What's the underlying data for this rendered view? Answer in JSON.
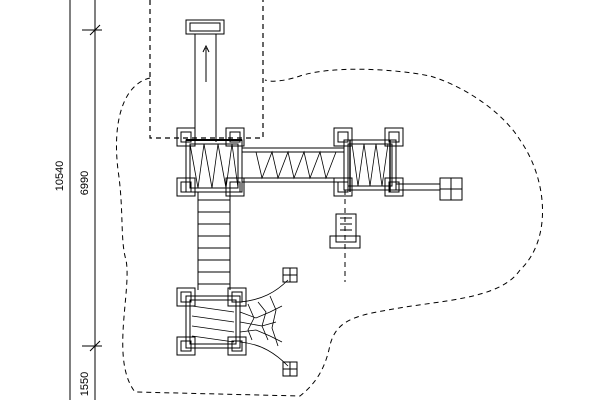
{
  "dimensions": {
    "overall": "10540",
    "upper": "6990",
    "lower": "1550"
  },
  "colors": {
    "line": "#000000",
    "background": "#ffffff"
  }
}
